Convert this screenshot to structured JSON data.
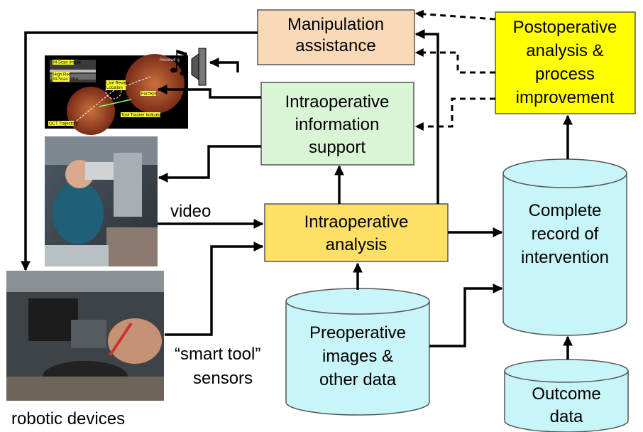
{
  "boxes": {
    "manipulation": [
      "Manipulation",
      "assistance"
    ],
    "postoperative": [
      "Postoperative",
      "analysis &",
      "process",
      "improvement"
    ],
    "info_support": [
      "Intraoperative",
      "information",
      "support"
    ],
    "intra_analysis": [
      "Intraoperative",
      "analysis"
    ]
  },
  "cylinders": {
    "complete_record": [
      "Complete",
      "record of",
      "intervention"
    ],
    "preoperative": [
      "Preoperative",
      "images &",
      "other data"
    ],
    "outcome": [
      "Outcome",
      "data"
    ]
  },
  "labels": {
    "video": "video",
    "smart_tool": [
      "“smart tool”",
      "sensors"
    ],
    "robotic": "robotic devices"
  },
  "screenshot_labels": {
    "reviewing": "Reviewing",
    "mscan_image": "M-Scan Image",
    "high_res": [
      "High Res",
      "M-Scan Slice"
    ],
    "live_review": [
      "Live Review",
      "Location"
    ],
    "forceps": "Forceps",
    "tool_tracker": "Tool Tracker Indicator",
    "oct_trajectory": "OCT Trajectory"
  },
  "colors": {
    "manipulation_fill": "#fad9b8",
    "postoperative_fill": "#ffff00",
    "info_support_fill": "#d9f5d6",
    "intra_analysis_fill": "#ffe066",
    "cylinder_fill": "#c8f5f7",
    "outline": "#555555"
  },
  "icons": [
    "speaker-icon",
    "music-notes-icon"
  ]
}
